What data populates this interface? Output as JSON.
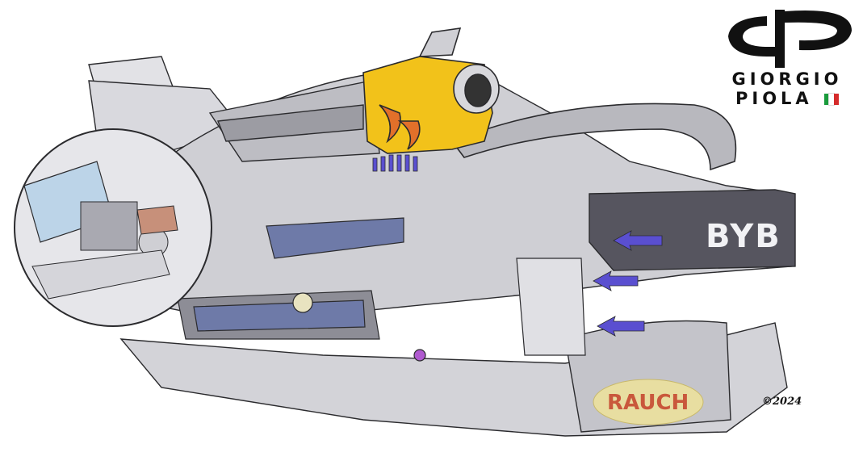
{
  "branding": {
    "line1": "GIORGIO",
    "line2": "PIOLA",
    "monogram_icon": "gp-monogram-icon",
    "flag_icon": "italian-flag-icon",
    "flag_colors": [
      "#1a9b3c",
      "#ffffff",
      "#d52b2b"
    ]
  },
  "sponsors": {
    "sidepod_text": "BYB",
    "floor_text": "RAUCH"
  },
  "signature": {
    "text": "©2024"
  },
  "colors": {
    "airbox_yellow": "#f2c21a",
    "airbox_flame": "#e2702a",
    "arrow_purple": "#5a4fd0",
    "body_grey": "#c9c9ce",
    "sidepod_dark": "#56555f",
    "line": "#2b2b2e",
    "rauch_badge": "#efe39a"
  }
}
